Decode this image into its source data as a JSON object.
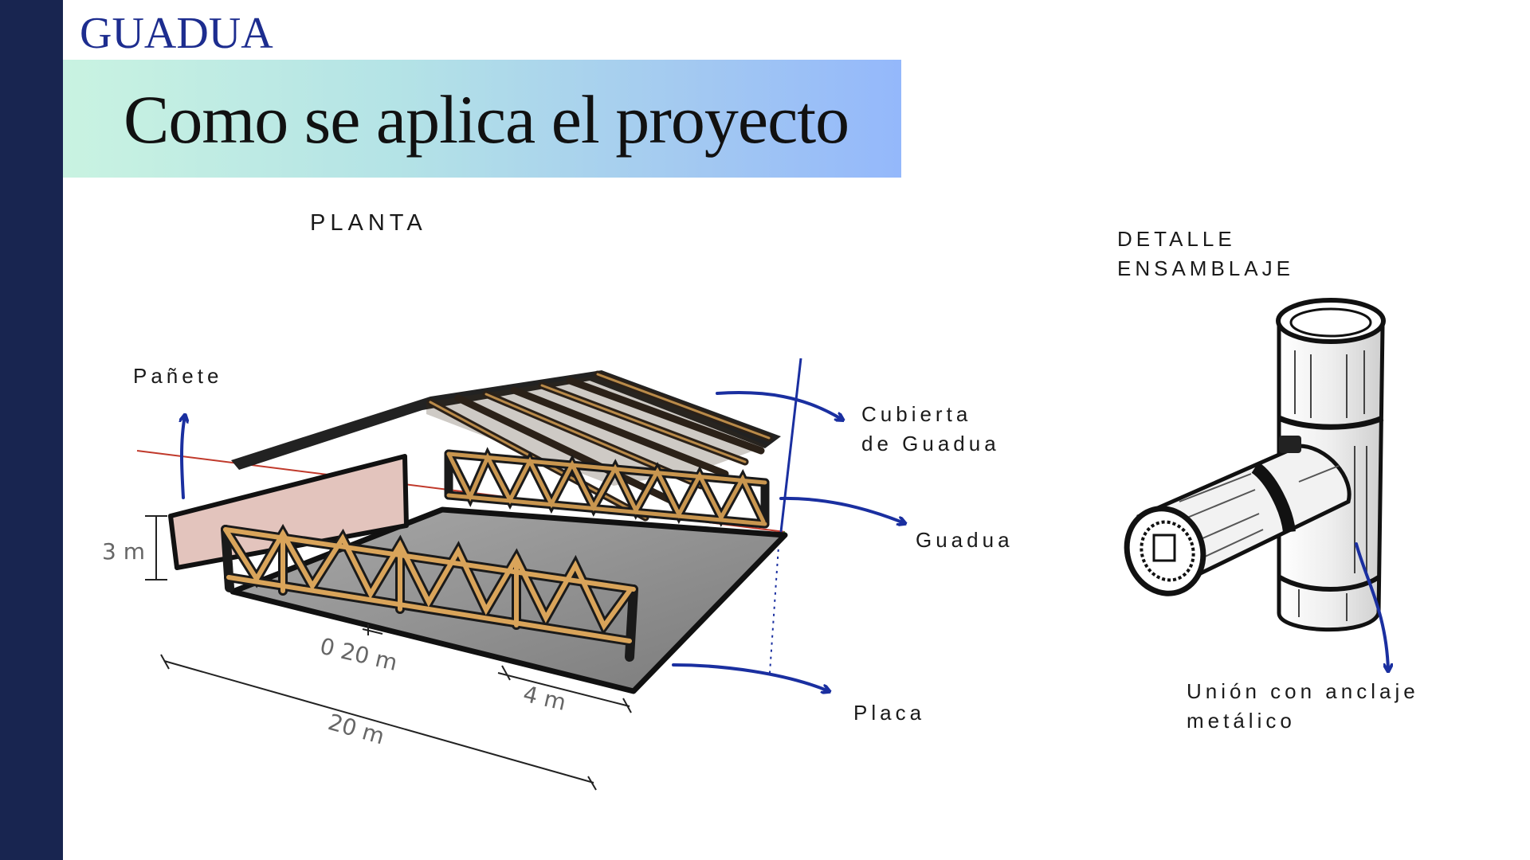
{
  "brand": "GUADUA",
  "title": "Como se aplica el proyecto",
  "planta": {
    "heading": "PLANTA",
    "labels": {
      "panete": "Pañete",
      "cubierta_line1": "Cubierta",
      "cubierta_line2": "de Guadua",
      "guadua": "Guadua",
      "placa": "Placa"
    },
    "dimensions": {
      "height": "3 m",
      "spacing": "0 20 m",
      "width": "4 m",
      "length": "20 m"
    }
  },
  "detalle": {
    "heading_line1": "DETALLE",
    "heading_line2": "ENSAMBLAJE",
    "label_line1": "Unión con anclaje",
    "label_line2": "metálico"
  },
  "colors": {
    "sidebar": "#182550",
    "brand": "#1d2d8f",
    "arrow": "#1a2fa0",
    "bamboo": "#c9964f",
    "slab": "#8c8c8c",
    "wall": "#e3c4bd"
  }
}
